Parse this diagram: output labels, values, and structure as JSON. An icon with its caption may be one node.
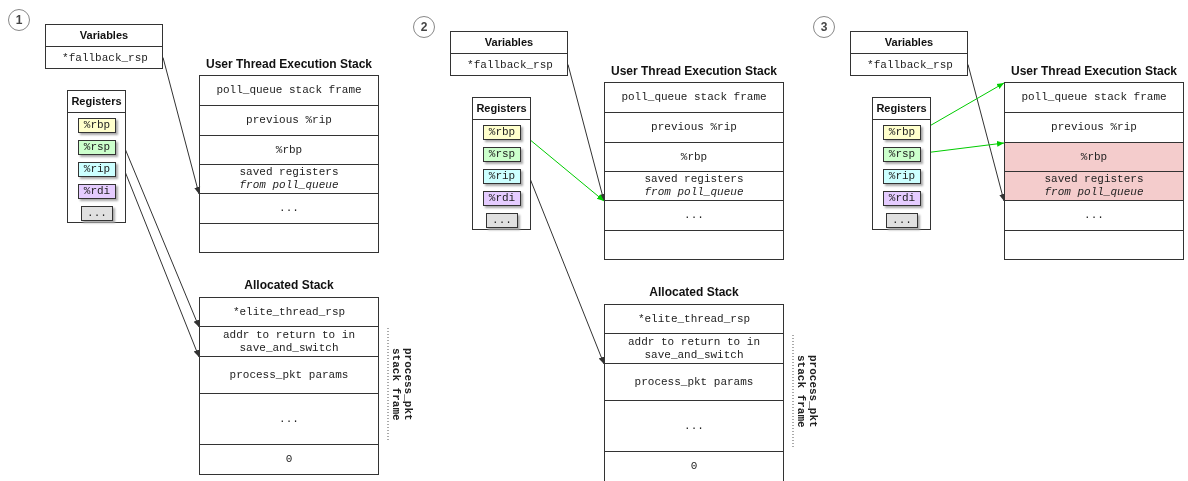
{
  "diagram": {
    "nodes": [
      {
        "text": [
          "1"
        ]
      },
      {
        "text": [
          "Variables"
        ]
      },
      {
        "text": [
          "*fallback_rsp"
        ],
        "in": 1
      },
      {
        "text": [
          "Registers"
        ]
      },
      {
        "text": [
          "%rbp"
        ],
        "in": 3
      },
      {
        "text": [
          "%rsp"
        ],
        "in": 3
      },
      {
        "text": [
          "%rip"
        ],
        "in": 3
      },
      {
        "text": [
          "%rdi"
        ],
        "in": 3
      },
      {
        "text": [
          "..."
        ],
        "in": 3
      },
      {
        "text": [
          "User Thread Execution Stack"
        ]
      },
      {
        "text": [
          "poll_queue stack frame"
        ],
        "in": 9
      },
      {
        "text": [
          "previous %rip"
        ],
        "in": 9
      },
      {
        "text": [
          "%rbp"
        ],
        "in": 9
      },
      {
        "text": [
          "saved registers",
          "from poll_queue"
        ],
        "in": 9
      },
      {
        "text": [
          "..."
        ],
        "in": 9
      },
      {
        "text": [],
        "shape": "box",
        "in": 9
      },
      {
        "text": [
          "Allocated Stack"
        ]
      },
      {
        "text": [
          "*elite_thread_rsp"
        ],
        "in": 16
      },
      {
        "text": [
          "addr to return to in save_and_switch"
        ],
        "in": 16
      },
      {
        "text": [
          "process_pkt params"
        ],
        "in": 16
      },
      {
        "text": [
          "..."
        ],
        "in": 16
      },
      {
        "text": [
          "0"
        ],
        "in": 16
      },
      {
        "text": [
          "2"
        ]
      },
      {
        "text": [
          "Variables"
        ]
      },
      {
        "text": [
          "*fallback_rsp"
        ],
        "in": 23
      },
      {
        "text": [
          "Registers"
        ]
      },
      {
        "text": [
          "%rbp"
        ],
        "in": 25
      },
      {
        "text": [
          "%rsp"
        ],
        "in": 25
      },
      {
        "text": [
          "%rip"
        ],
        "in": 25
      },
      {
        "text": [
          "%rdi"
        ],
        "in": 25
      },
      {
        "text": [
          "..."
        ],
        "in": 25
      },
      {
        "text": [
          "User Thread Execution Stack"
        ]
      },
      {
        "text": [
          "poll_queue stack frame"
        ],
        "in": 31
      },
      {
        "text": [
          "previous %rip"
        ],
        "in": 31
      },
      {
        "text": [
          "%rbp"
        ],
        "in": 31
      },
      {
        "text": [
          "saved registers",
          "from poll_queue"
        ],
        "in": 31
      },
      {
        "text": [
          "..."
        ],
        "in": 31
      },
      {
        "text": [],
        "shape": "box",
        "in": 31
      },
      {
        "text": [
          "Allocated Stack"
        ]
      },
      {
        "text": [
          "*elite_thread_rsp"
        ],
        "in": 38
      },
      {
        "text": [
          "addr to return to in save_and_switch"
        ],
        "in": 38
      },
      {
        "text": [
          "process_pkt params"
        ],
        "in": 38
      },
      {
        "text": [
          "..."
        ],
        "in": 38
      },
      {
        "text": [
          "0"
        ],
        "in": 38
      },
      {
        "text": [
          "3"
        ]
      },
      {
        "text": [
          "Variables"
        ]
      },
      {
        "text": [
          "*fallback_rsp"
        ],
        "in": 45
      },
      {
        "text": [
          "Registers"
        ]
      },
      {
        "text": [
          "%rbp"
        ],
        "in": 47
      },
      {
        "text": [
          "%rsp"
        ],
        "in": 47
      },
      {
        "text": [
          "%rip"
        ],
        "in": 47
      },
      {
        "text": [
          "%rdi"
        ],
        "in": 47
      },
      {
        "text": [
          "..."
        ],
        "in": 47
      },
      {
        "text": [
          "User Thread Execution Stack"
        ]
      },
      {
        "text": [
          "poll_queue stack frame"
        ],
        "in": 53
      },
      {
        "text": [
          "previous %rip"
        ],
        "in": 53
      },
      {
        "text": [
          "%rbp"
        ],
        "in": 53
      },
      {
        "text": [
          "saved registers",
          "from poll_queue"
        ],
        "in": 53
      },
      {
        "text": [
          "..."
        ],
        "in": 53
      },
      {
        "text": [],
        "shape": "box",
        "in": 53
      }
    ],
    "edges": [
      {
        "from": 2,
        "to": 14,
        "arrow": "to"
      },
      {
        "from": 4,
        "to": 18,
        "arrow": "to"
      },
      {
        "from": 5,
        "to": 19,
        "arrow": "to"
      },
      {
        "from": 24,
        "to": 36,
        "arrow": "to"
      },
      {
        "from": 26,
        "to": 36,
        "arrow": "to",
        "color": "#00cc00"
      },
      {
        "from": 27,
        "to": 41,
        "arrow": "to"
      },
      {
        "from": 46,
        "to": 58,
        "arrow": "to"
      },
      {
        "from": 48,
        "to": 54,
        "arrow": "to",
        "color": "#00cc00"
      },
      {
        "from": 49,
        "to": 56,
        "arrow": "to",
        "color": "#00cc00"
      }
    ],
    "labels": [
      "process_pkt stack frame",
      "process_pkt stack frame"
    ]
  }
}
